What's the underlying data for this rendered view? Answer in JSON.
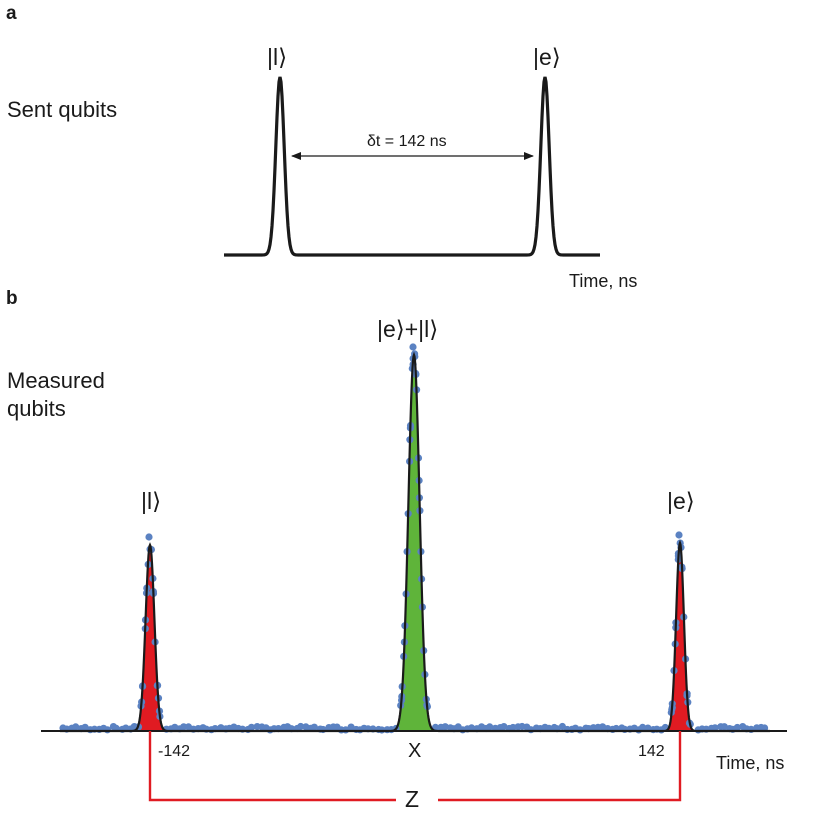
{
  "panel_a": {
    "label": "a",
    "side_label": "Sent qubits",
    "pulse_left_label": "|l⟩",
    "pulse_right_label": "|e⟩",
    "separation_label": "δt = 142 ns",
    "axis_label": "Time, ns"
  },
  "panel_b": {
    "label": "b",
    "side_label_line1": "Measured",
    "side_label_line2": "qubits",
    "peak_left_label": "|l⟩",
    "peak_center_label": "|e⟩+|l⟩",
    "peak_right_label": "|e⟩",
    "tick_left": "-142",
    "tick_center": "X",
    "tick_right": "142",
    "axis_label": "Time, ns",
    "bracket_label": "Z"
  },
  "colors": {
    "curve": "#1a1a1a",
    "side_peak_fill": "#e01b22",
    "center_peak_fill": "#5fb43a",
    "data_points": "#5b82c2",
    "bracket": "#e01b22"
  }
}
